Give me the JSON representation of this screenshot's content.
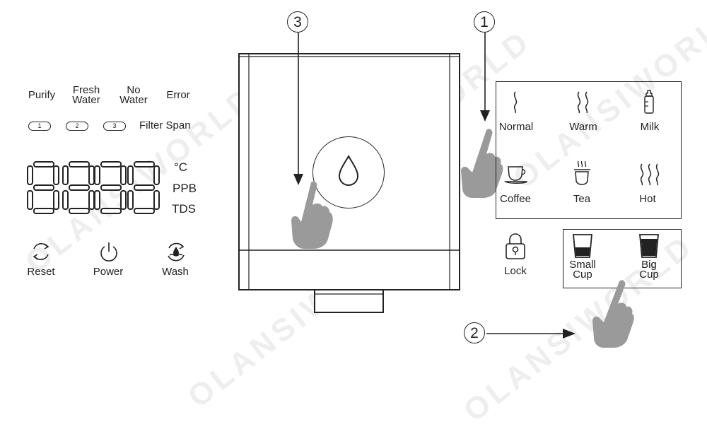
{
  "left_panel": {
    "indicators": [
      {
        "id": "purify",
        "lines": [
          "Purify"
        ]
      },
      {
        "id": "fresh",
        "lines": [
          "Fresh",
          "Water"
        ]
      },
      {
        "id": "nowater",
        "lines": [
          "No",
          "Water"
        ]
      },
      {
        "id": "error",
        "lines": [
          "Error"
        ]
      }
    ],
    "pills": [
      "1",
      "2",
      "3"
    ],
    "filter_span": "Filter Span",
    "units": [
      "°C",
      "PPB",
      "TDS"
    ],
    "buttons": [
      {
        "id": "reset",
        "label": "Reset",
        "icon": "reset-icon"
      },
      {
        "id": "power",
        "label": "Power",
        "icon": "power-icon"
      },
      {
        "id": "wash",
        "label": "Wash",
        "icon": "wash-icon"
      }
    ]
  },
  "callouts": {
    "one": "1",
    "two": "2",
    "three": "3"
  },
  "temp_panel": {
    "items": [
      {
        "id": "normal",
        "label": "Normal",
        "icon": "steam-single-icon"
      },
      {
        "id": "warm",
        "label": "Warm",
        "icon": "steam-double-icon"
      },
      {
        "id": "milk",
        "label": "Milk",
        "icon": "baby-bottle-icon"
      },
      {
        "id": "coffee",
        "label": "Coffee",
        "icon": "coffee-cup-icon"
      },
      {
        "id": "tea",
        "label": "Tea",
        "icon": "tea-cup-icon"
      },
      {
        "id": "hot",
        "label": "Hot",
        "icon": "steam-triple-icon"
      }
    ]
  },
  "lock": {
    "label": "Lock",
    "icon": "lock-icon"
  },
  "cup_panel": {
    "items": [
      {
        "id": "small",
        "lines": [
          "Small",
          "Cup"
        ],
        "icon": "small-cup-icon"
      },
      {
        "id": "big",
        "lines": [
          "Big",
          "Cup"
        ],
        "icon": "big-cup-icon"
      }
    ]
  },
  "watermark": "OLANSIWORLD",
  "colors": {
    "line": "#222222",
    "hand": "#9a9a9a",
    "watermark": "#d0d0d0"
  }
}
